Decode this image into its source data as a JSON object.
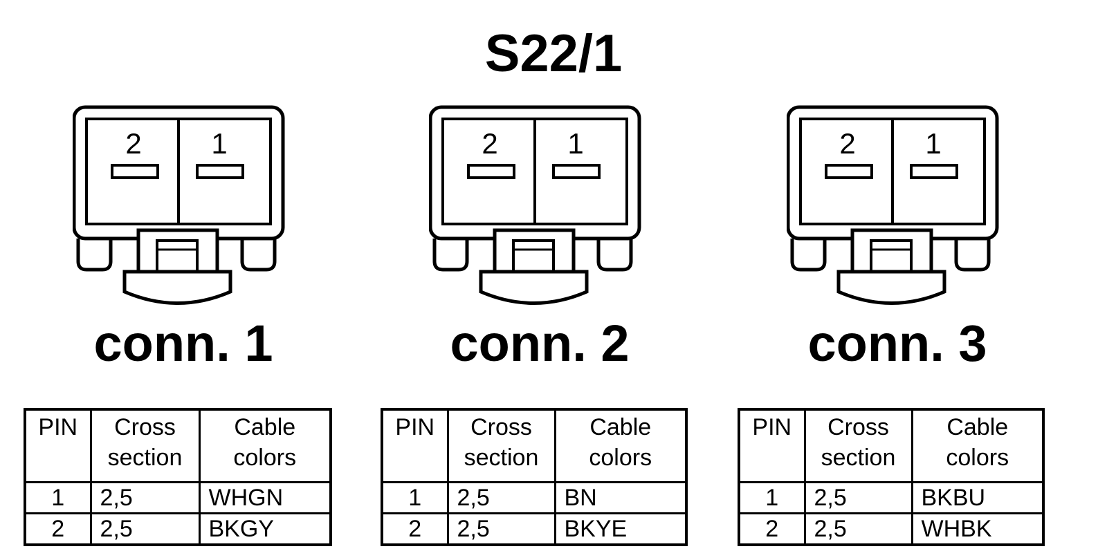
{
  "title": "S22/1",
  "connectors": [
    {
      "label": "conn. 1",
      "pin_left": "2",
      "pin_right": "1",
      "table": {
        "headers": [
          [
            "PIN"
          ],
          [
            "Cross",
            "section"
          ],
          [
            "Cable",
            "colors"
          ]
        ],
        "rows": [
          [
            "1",
            "2,5",
            "WHGN"
          ],
          [
            "2",
            "2,5",
            "BKGY"
          ]
        ]
      }
    },
    {
      "label": "conn. 2",
      "pin_left": "2",
      "pin_right": "1",
      "table": {
        "headers": [
          [
            "PIN"
          ],
          [
            "Cross",
            "section"
          ],
          [
            "Cable",
            "colors"
          ]
        ],
        "rows": [
          [
            "1",
            "2,5",
            "BN"
          ],
          [
            "2",
            "2,5",
            "BKYE"
          ]
        ]
      }
    },
    {
      "label": "conn. 3",
      "pin_left": "2",
      "pin_right": "1",
      "table": {
        "headers": [
          [
            "PIN"
          ],
          [
            "Cross",
            "section"
          ],
          [
            "Cable",
            "colors"
          ]
        ],
        "rows": [
          [
            "1",
            "2,5",
            "BKBU"
          ],
          [
            "2",
            "2,5",
            "WHBK"
          ]
        ]
      }
    }
  ]
}
